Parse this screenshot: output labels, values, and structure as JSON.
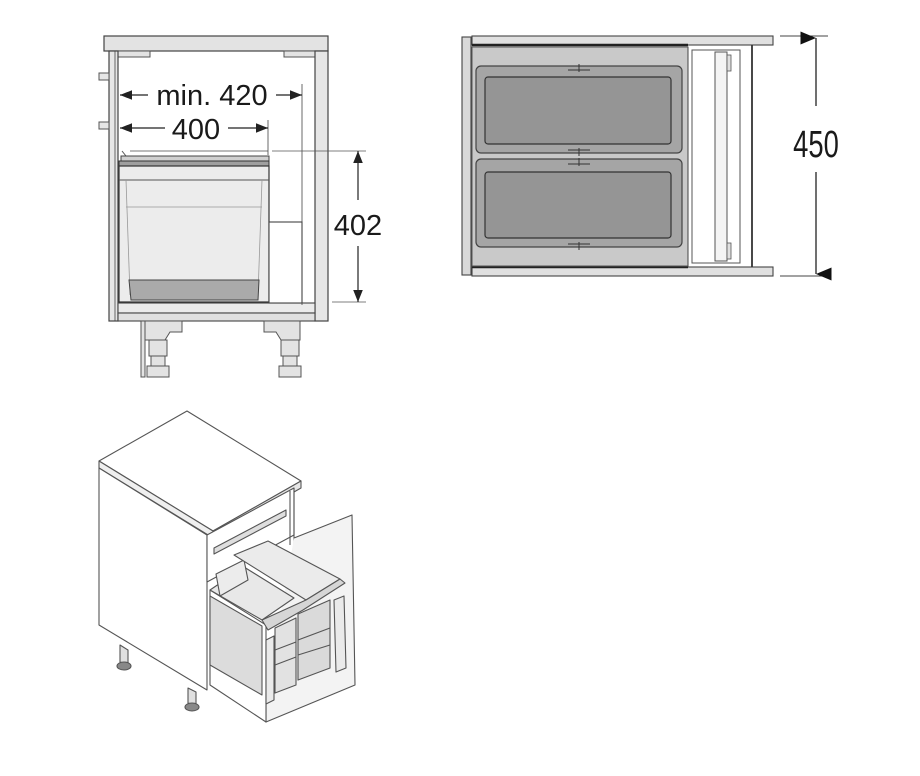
{
  "diagram": {
    "type": "technical product dimension drawing",
    "subject": "pull-out waste bin system in base cabinet",
    "views": {
      "front": {
        "label": "front-section-view",
        "dimensions": {
          "inner_width": "min. 420",
          "bin_width": "400",
          "bin_height": "402"
        }
      },
      "top": {
        "label": "top-plan-view",
        "dimensions": {
          "depth": "450"
        },
        "bins": 2
      },
      "isometric": {
        "label": "isometric-view",
        "bins": 2
      }
    },
    "colors": {
      "line": "#3a3a3a",
      "panel_light": "#e6e6e6",
      "panel_mid": "#cfcfcf",
      "bin_body": "#e9e9e9",
      "bin_bottom": "#a9a9a9",
      "bin_top_dark": "#9a9a9a",
      "dim_line": "#333333"
    },
    "units": "mm"
  }
}
